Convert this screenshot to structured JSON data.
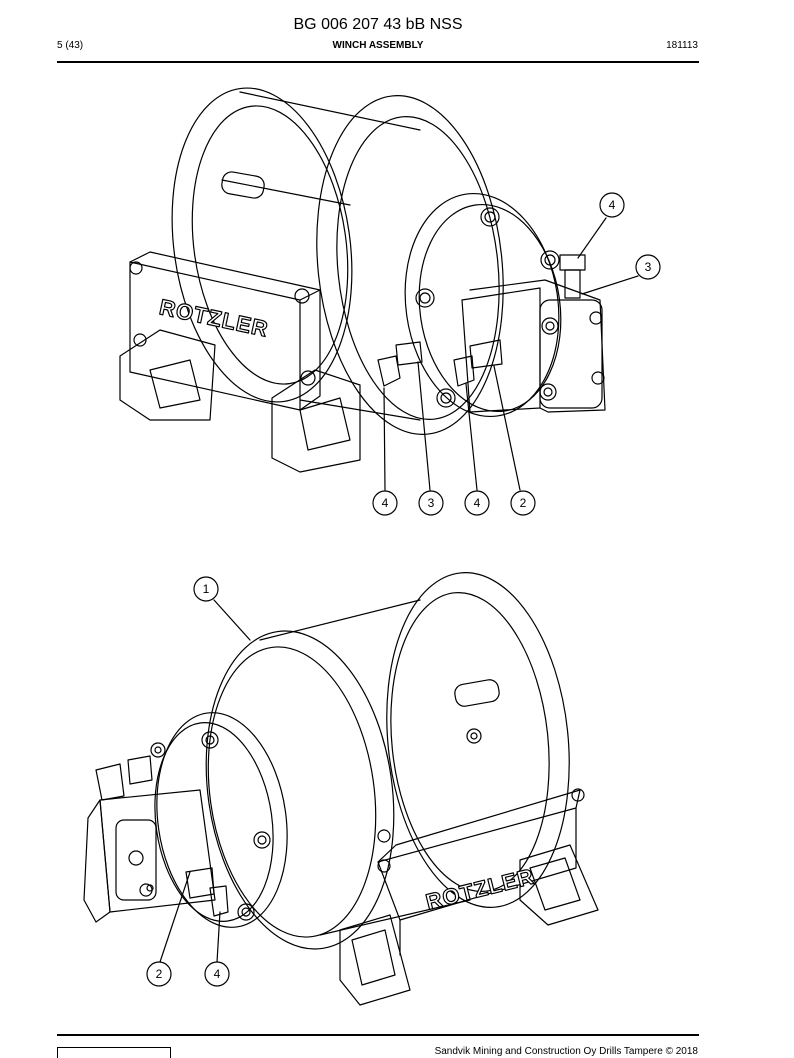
{
  "header": {
    "title": "BG 006 207 43 bB NSS",
    "page": "5 (43)",
    "section": "WINCH ASSEMBLY",
    "code": "181113"
  },
  "drawing": {
    "brand_logo_text": "ROTZLER",
    "view_top_callouts": [
      "4",
      "3",
      "4",
      "3",
      "4",
      "2"
    ],
    "view_bottom_callouts": [
      "1",
      "2",
      "4"
    ]
  },
  "footer": {
    "copyright": "Sandvik Mining and Construction Oy Drills Tampere © 2018"
  }
}
